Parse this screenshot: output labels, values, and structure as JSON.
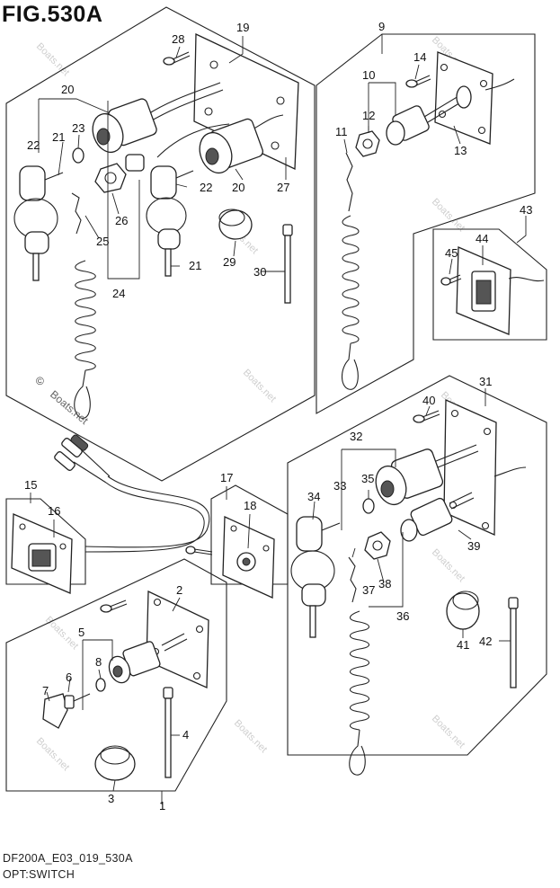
{
  "figure": {
    "title": "FIG.530A",
    "code": "DF200A_E03_019_530A",
    "name": "OPT:SWITCH",
    "watermark": "Boats.net",
    "copyright_mark": "©"
  },
  "labels": {
    "p1": "1",
    "p2": "2",
    "p3": "3",
    "p4": "4",
    "p5": "5",
    "p6": "6",
    "p7": "7",
    "p8": "8",
    "p9": "9",
    "p10": "10",
    "p11": "11",
    "p12": "12",
    "p13": "13",
    "p14": "14",
    "p15": "15",
    "p16": "16",
    "p17": "17",
    "p18": "18",
    "p19": "19",
    "p20a": "20",
    "p20b": "20",
    "p21a": "21",
    "p21b": "21",
    "p22a": "22",
    "p22b": "22",
    "p23": "23",
    "p24": "24",
    "p25": "25",
    "p26": "26",
    "p27": "27",
    "p28": "28",
    "p29": "29",
    "p30": "30",
    "p31": "31",
    "p32": "32",
    "p33": "33",
    "p34": "34",
    "p35": "35",
    "p36": "36",
    "p37": "37",
    "p38": "38",
    "p39": "39",
    "p40": "40",
    "p41": "41",
    "p42": "42",
    "p43": "43",
    "p44": "44",
    "p45": "45"
  }
}
